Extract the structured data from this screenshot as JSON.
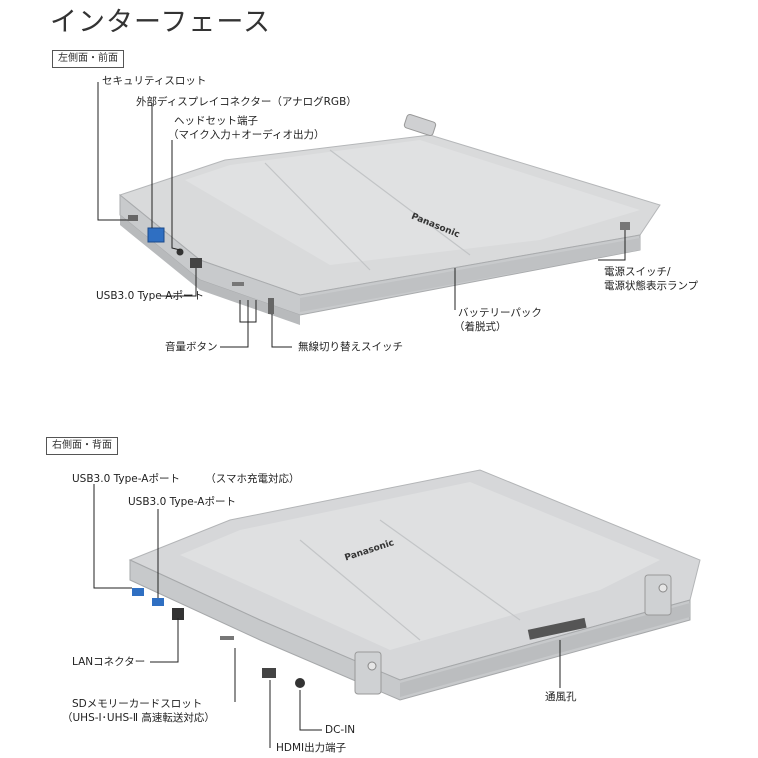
{
  "page": {
    "title": "インターフェース"
  },
  "section1": {
    "tag": "左側面・前面",
    "labels": {
      "security_slot": "セキュリティスロット",
      "display_connector": "外部ディスプレイコネクター（アナログRGB）",
      "headset_line1": "ヘッドセット端子",
      "headset_line2": "（マイク入力＋オーディオ出力）",
      "usb": "USB3.0 Type-Aポート",
      "volume": "音量ボタン",
      "wireless": "無線切り替えスイッチ",
      "battery_line1": "バッテリーパック",
      "battery_line2": "（着脱式）",
      "power_line1": "電源スイッチ/",
      "power_line2": "電源状態表示ランプ"
    },
    "brand": "Panasonic"
  },
  "section2": {
    "tag": "右側面・背面",
    "labels": {
      "usb_charge_a": "USB3.0 Type-Aポート",
      "usb_charge_b": "（スマホ充電対応）",
      "usb": "USB3.0 Type-Aポート",
      "lan": "LANコネクター",
      "sd_line1": "SDメモリーカードスロット",
      "sd_line2": "（UHS-Ⅰ･UHS-Ⅱ 高速転送対応）",
      "hdmi": "HDMI出力端子",
      "dcin": "DC-IN",
      "vent": "通風孔"
    },
    "brand": "Panasonic"
  },
  "colors": {
    "lid": "#d7d8d9",
    "lid_shade": "#c4c6c8",
    "body": "#cfd1d3",
    "usb_blue": "#2f6fc2",
    "line": "#222222"
  }
}
